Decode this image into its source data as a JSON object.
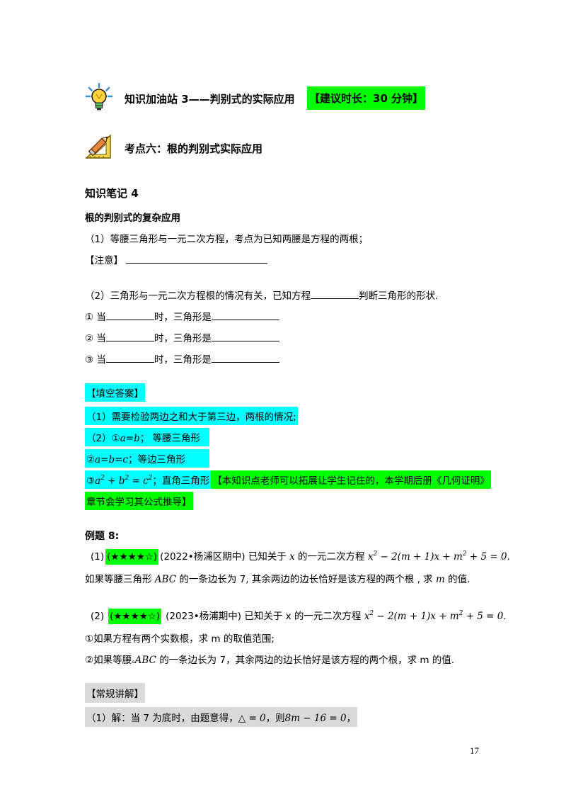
{
  "station": {
    "title": "知识加油站 3——判别式的实际应用",
    "time_hint": "【建议时长：30 分钟】"
  },
  "topic": {
    "title": "考点六：根的判别式实际应用"
  },
  "notes": {
    "heading": "知识笔记 4",
    "subheading": "根的判别式的复杂应用",
    "item1": "（1）等腰三角形与一元二次方程，考点为已知两腰是方程的两根；",
    "note_label": "【注意】",
    "item2_a": "（2）三角形与一元二次方程根的情况有关，已知方程",
    "item2_b": "判断三角形的形状.",
    "case1_a": "① 当",
    "case2_a": "② 当",
    "case3_a": "③ 当",
    "case_b": "时，三角形是"
  },
  "answers": {
    "heading": "【填空答案】",
    "line1": "（1）需要检验两边之和大于第三边，两根的情况;",
    "line2_a": "（2）①",
    "line2_math": "a=b",
    "line2_b": "；   等腰三角形",
    "line3_a": "②",
    "line3_math": "a=b=c",
    "line3_b": "；等边三角形",
    "line4_a": "③",
    "line4_b": "；直角三角形",
    "note_1": "【本知识点老师可以拓展让学生记住的，本学期后册《几何证明》",
    "note_2": "章节会学习其公式推导】"
  },
  "example": {
    "heading": "例题 8:",
    "q1_num": "(1)",
    "q1_stars": "(★★★★☆)",
    "q1_text": "(2022•杨浦区期中) 已知关于",
    "q1_x": "x",
    "q1_text2": "的一元二次方程",
    "q1_line2_a": "如果等腰三角形",
    "q1_abc": "ABC",
    "q1_line2_b": "的一条边长为 7, 其余两边的边长恰好是该方程的两个根 , 求",
    "q1_m": "m",
    "q1_line2_c": "的值.",
    "q2_num": "(2)",
    "q2_stars": "(★★★★☆)",
    "q2_text": "(2023•杨浦期中) 已知关于 x 的一元二次方程",
    "q2_sub1": "①如果方程有两个实数根，求 m 的取值范围;",
    "q2_sub2_a": "②如果等腰",
    "q2_sub2_b": "的一条边长为 7，其余两边的边长恰好是该方程的两个根，求 m 的值."
  },
  "solution": {
    "heading": "【常规讲解】",
    "line1_a": "（1）解：当 7 为底时，由题意得，",
    "line1_b": "，则",
    "line1_c": "，"
  },
  "page_number": "17"
}
